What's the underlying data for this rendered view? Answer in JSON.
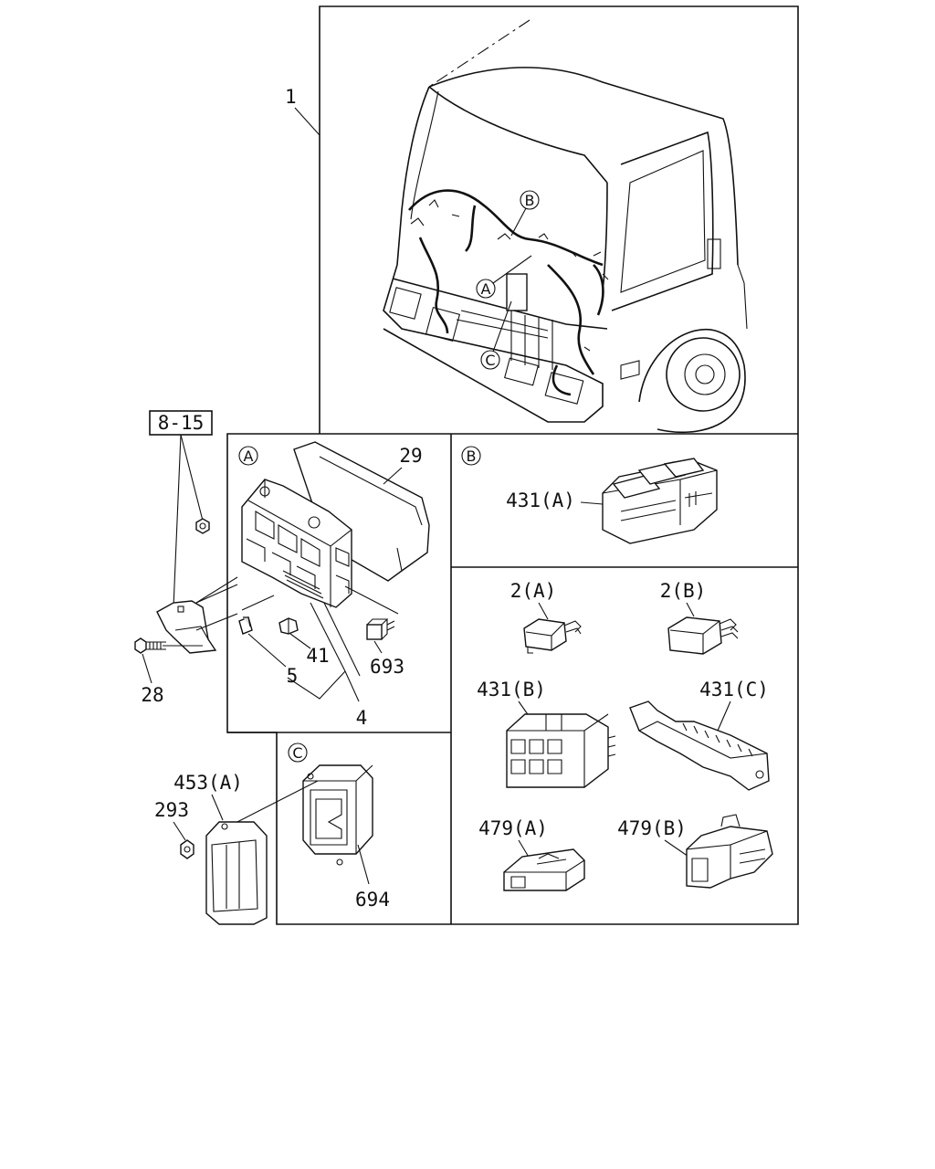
{
  "callouts": {
    "p1": "1",
    "p8_15": "8-15",
    "p29": "29",
    "p28": "28",
    "p41": "41",
    "p5": "5",
    "p4": "4",
    "p693": "693",
    "p431a": "431(A)",
    "p2a": "2(A)",
    "p2b": "2(B)",
    "p431b": "431(B)",
    "p431c": "431(C)",
    "p479a": "479(A)",
    "p479b": "479(B)",
    "p453a": "453(A)",
    "p293": "293",
    "p694": "694"
  },
  "view_markers": {
    "a": "A",
    "b": "B",
    "c": "C"
  }
}
